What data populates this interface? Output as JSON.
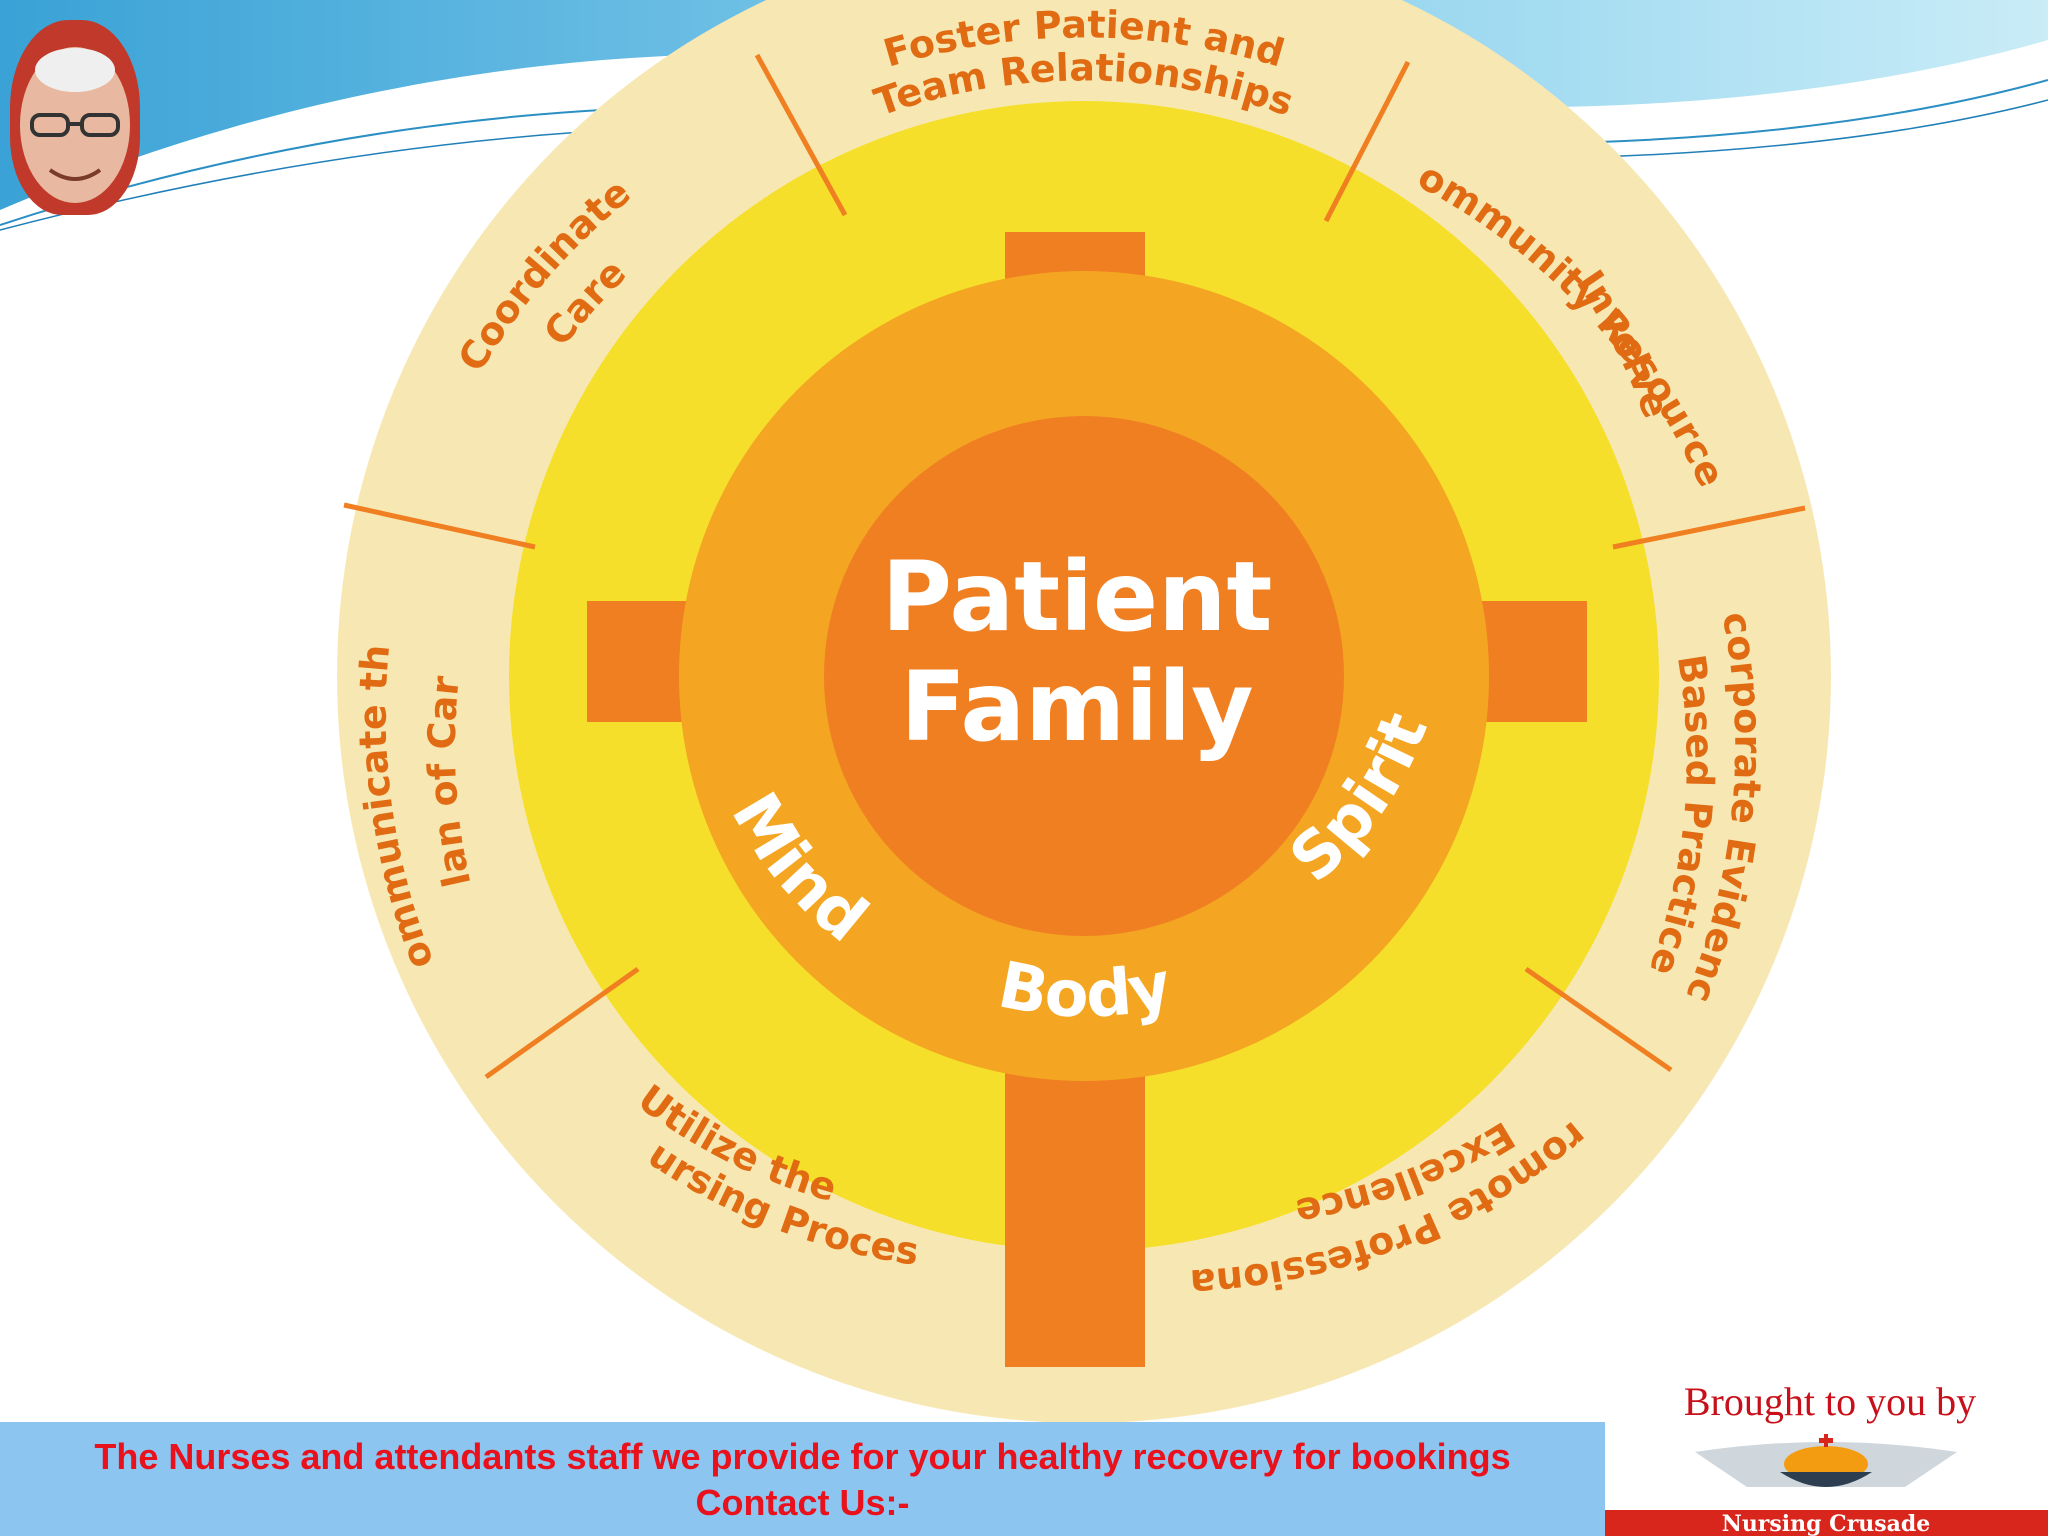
{
  "center": {
    "line1": "Patient",
    "line2": "Family"
  },
  "ring_words": {
    "mind": "Mind",
    "body": "Body",
    "spirit": "Spirit"
  },
  "segments": {
    "foster": {
      "line1": "Foster Patient and",
      "line2": "Team Relationships"
    },
    "involve": {
      "line1": "Involve",
      "line2": "Community Resources"
    },
    "incorporate": {
      "line1": "Incorporate Evidence",
      "line2": "Based Practice"
    },
    "promote": {
      "line1": "Promote Professional",
      "line2": "Excellence"
    },
    "utilize": {
      "line1": "Utilize the",
      "line2": "Nursing Process"
    },
    "communicate": {
      "line1": "Communicate the",
      "line2": "Plan of Care"
    },
    "coordinate": {
      "line1": "Coordinate",
      "line2": "Care"
    }
  },
  "footer": {
    "line1": "The Nurses and attendants staff we provide for your healthy recovery for bookings",
    "line2": "Contact Us:-"
  },
  "brought_by": "Brought to you by",
  "brand": {
    "logo_text": "Nursing Crusade"
  },
  "colors": {
    "outer_ring": "#f7e8b3",
    "yellow_ring": "#f5df2a",
    "amber_ring": "#f4a623",
    "core": "#f07f21",
    "cross": "#f07f21",
    "segment_text": "#e06b13",
    "footer_bg": "#8cc5f0",
    "footer_text": "#e8111c"
  }
}
